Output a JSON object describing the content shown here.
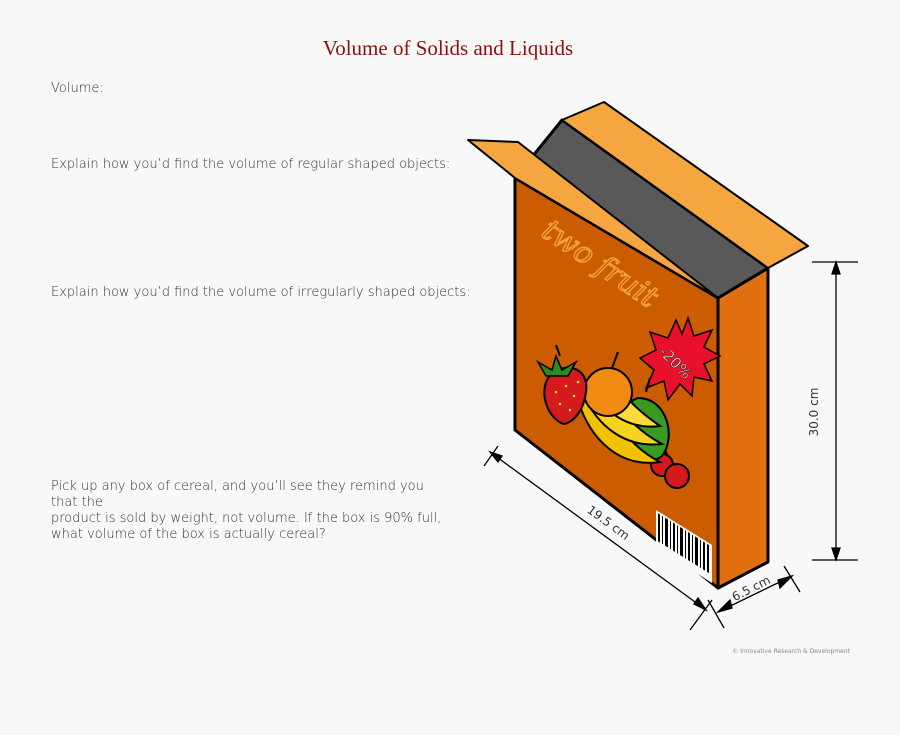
{
  "worksheet": {
    "title": "Volume of Solids and Liquids",
    "questions": {
      "volume_label": "Volume:",
      "regular": "Explain how you’d find the volume of  regular shaped objects:",
      "irregular": "Explain how you’d find the volume of  irregularly shaped objects:",
      "cereal_lines": [
        "Pick up any box of cereal, and you’ll see they remind you that the",
        "product is sold by weight, not volume. If the box is 90% full,",
        "what volume of the box is actually cereal?"
      ]
    }
  },
  "box": {
    "brand_text": "two fruit",
    "discount_text": "-20%",
    "dimensions": {
      "height": "30.0 cm",
      "length": "19.5 cm",
      "depth": "6.5 cm"
    },
    "colors": {
      "front": "#cc5c00",
      "side": "#e07010",
      "flap": "#f5a640",
      "inner_top": "#595959",
      "outline": "#000000",
      "starburst": "#e8102a",
      "brand_script": "#f5a640"
    },
    "icons": [
      "fruit-cluster-icon",
      "barcode-icon",
      "starburst-badge-icon"
    ]
  },
  "footer": {
    "credit": "© Innovative Research & Development"
  }
}
